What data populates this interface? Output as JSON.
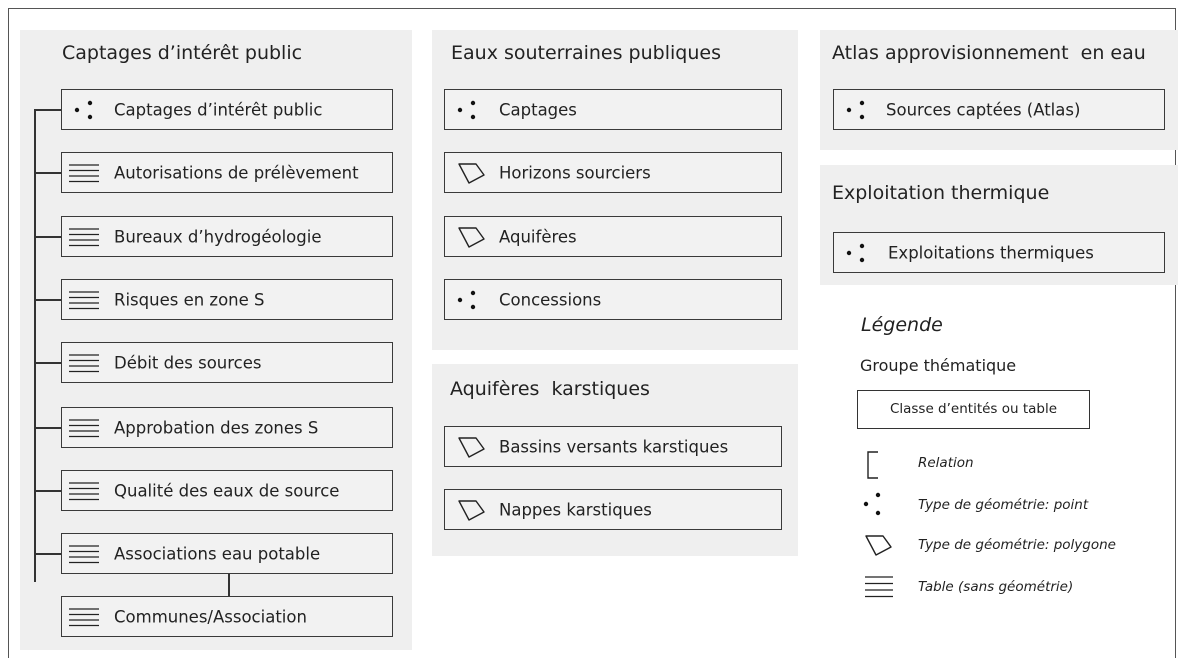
{
  "groups": {
    "captages": {
      "title": "Captages d’intérêt public",
      "items": [
        {
          "label": "Captages d’intérêt public",
          "icon": "point-geometry-icon"
        },
        {
          "label": "Autorisations de prélèvement",
          "icon": "table-icon"
        },
        {
          "label": "Bureaux d’hydrogéologie",
          "icon": "table-icon"
        },
        {
          "label": "Risques en zone S",
          "icon": "table-icon"
        },
        {
          "label": "Débit des sources",
          "icon": "table-icon"
        },
        {
          "label": "Approbation des zones S",
          "icon": "table-icon"
        },
        {
          "label": "Qualité des eaux de source",
          "icon": "table-icon"
        },
        {
          "label": "Associations eau potable",
          "icon": "table-icon"
        },
        {
          "label": "Communes/Association",
          "icon": "table-icon"
        }
      ]
    },
    "eaux": {
      "title": "Eaux souterraines publiques",
      "items": [
        {
          "label": "Captages",
          "icon": "point-geometry-icon"
        },
        {
          "label": "Horizons sourciers",
          "icon": "polygon-geometry-icon"
        },
        {
          "label": "Aquifères",
          "icon": "polygon-geometry-icon"
        },
        {
          "label": "Concessions",
          "icon": "point-geometry-icon"
        }
      ]
    },
    "karst": {
      "title": "Aquifères  karstiques",
      "items": [
        {
          "label": "Bassins versants karstiques",
          "icon": "polygon-geometry-icon"
        },
        {
          "label": "Nappes karstiques",
          "icon": "polygon-geometry-icon"
        }
      ]
    },
    "atlas": {
      "title": "Atlas approvisionnement  en eau",
      "items": [
        {
          "label": "Sources captées (Atlas)",
          "icon": "point-geometry-icon"
        }
      ]
    },
    "thermique": {
      "title": "Exploitation thermique",
      "items": [
        {
          "label": "Exploitations thermiques",
          "icon": "point-geometry-icon"
        }
      ]
    }
  },
  "legend": {
    "title": "Légende",
    "group_label": "Groupe thématique",
    "class_label": "Classe d’entités ou table",
    "relation": "Relation",
    "point": "Type de géométrie: point",
    "polygon": "Type de géométrie: polygone",
    "table": "Table (sans géométrie)"
  }
}
